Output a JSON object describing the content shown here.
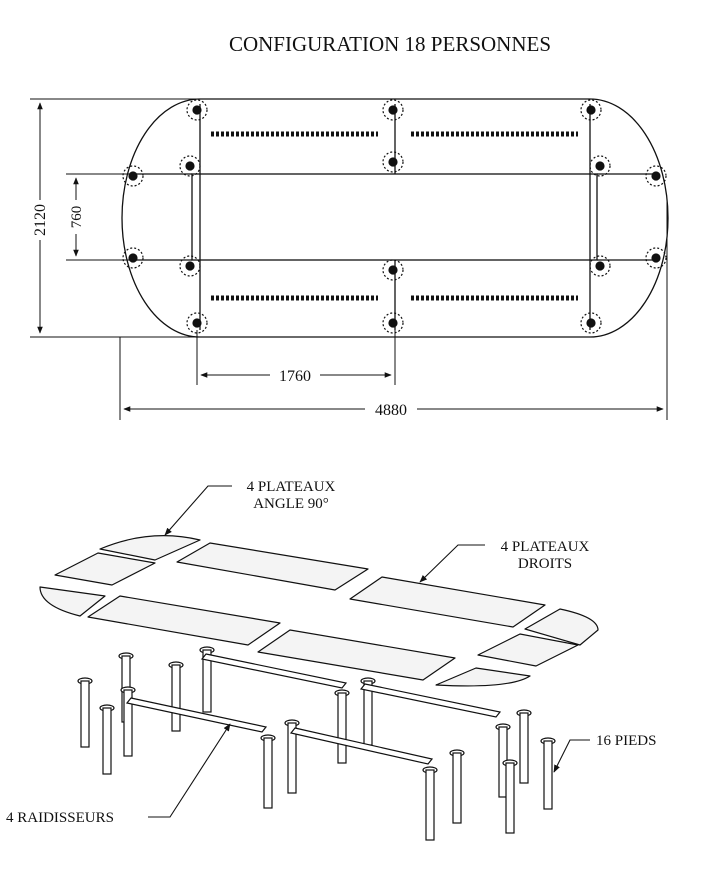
{
  "title": "CONFIGURATION 18 PERSONNES",
  "dimensions": {
    "height": "2120",
    "inner_width": "760",
    "segment": "1760",
    "total": "4880"
  },
  "labels": {
    "corner_line1": "4 PLATEAUX",
    "corner_line2": "ANGLE 90°",
    "straight_line1": "4 PLATEAUX",
    "straight_line2": "DROITS",
    "legs": "16 PIEDS",
    "stiffeners": "4 RAIDISSEURS"
  },
  "colors": {
    "ink": "#111111",
    "paper": "#ffffff",
    "panel": "#f4f4f4"
  }
}
